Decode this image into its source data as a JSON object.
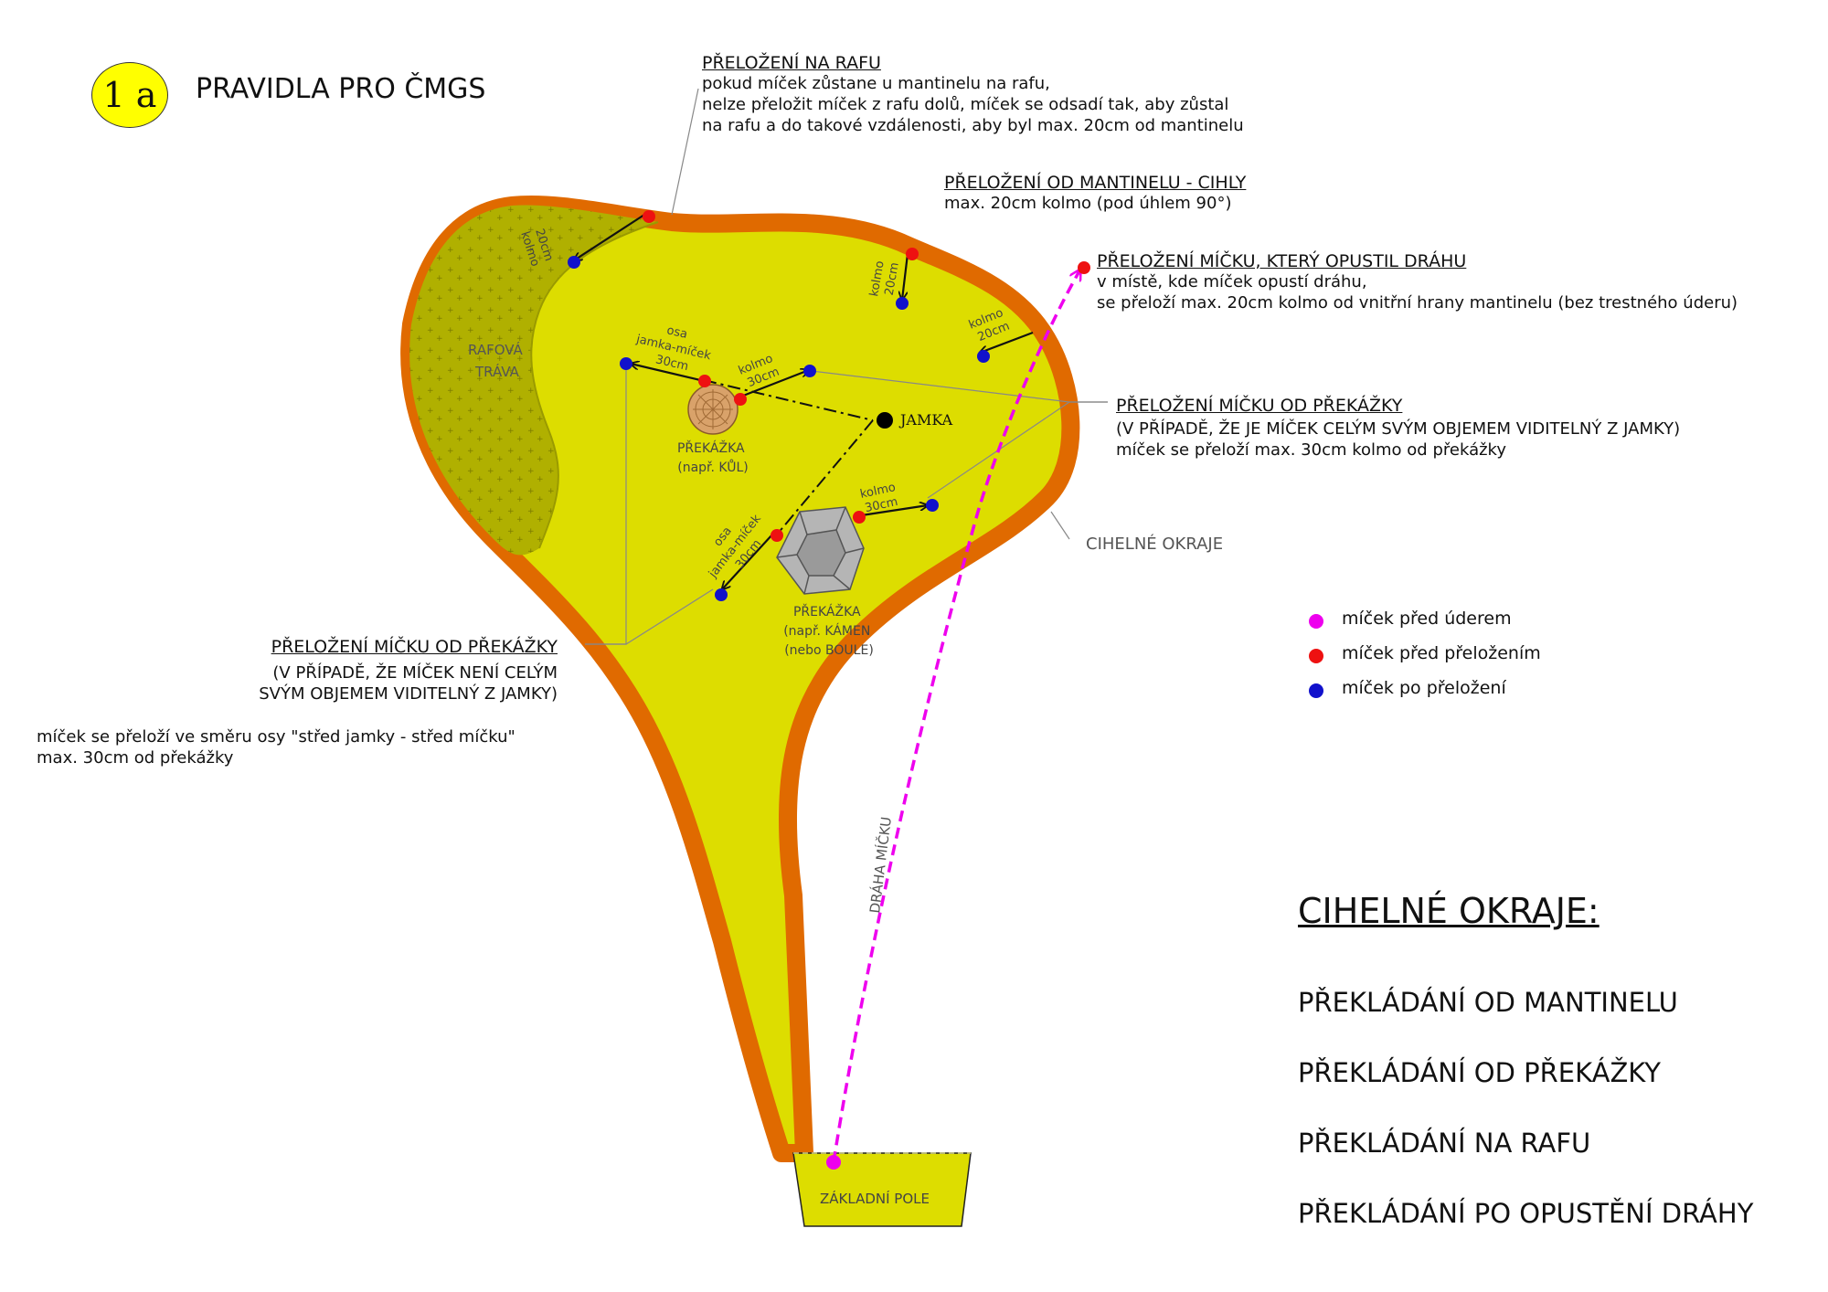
{
  "badge": "1 a",
  "title": "PRAVIDLA PRO ČMGS",
  "rafu": {
    "heading": "PŘELOŽENÍ NA RAFU",
    "lines": [
      "pokud míček zůstane u mantinelu na rafu,",
      "nelze přeložit míček z rafu dolů, míček se odsadí tak, aby zůstal",
      "na rafu a do takové vzdálenosti, aby byl max. 20cm od mantinelu"
    ]
  },
  "mantinel": {
    "heading": "PŘELOŽENÍ OD MANTINELU - CIHLY",
    "lines": [
      "max. 20cm kolmo (pod úhlem 90°)"
    ]
  },
  "opustil": {
    "heading": "PŘELOŽENÍ MÍČKU, KTERÝ OPUSTIL DRÁHU",
    "lines": [
      "v místě, kde míček opustí dráhu,",
      "se přeloží max. 20cm kolmo od vnitřní hrany mantinelu (bez trestného úderu)"
    ]
  },
  "prekazka_visible": {
    "heading": "PŘELOŽENÍ MÍČKU OD PŘEKÁŽKY",
    "lines": [
      "(V PŘÍPADĚ, ŽE JE MÍČEK CELÝM SVÝM OBJEMEM VIDITELNÝ Z JAMKY)",
      "míček se přeloží max. 30cm kolmo od překážky"
    ]
  },
  "prekazka_hidden": {
    "heading": "PŘELOŽENÍ MÍČKU OD PŘEKÁŽKY",
    "lines": [
      "(V PŘÍPADĚ, ŽE MÍČEK NENÍ CELÝM",
      "SVÝM OBJEMEM VIDITELNÝ Z JAMKY)"
    ],
    "note": [
      "míček se přeloží ve směru osy \"střed jamky - střed míčku\"",
      "max. 30cm od překážky"
    ]
  },
  "labels": {
    "cihelne_okraje": "CIHELNÉ OKRAJE",
    "jamka": "JAMKA",
    "rafova": "RAFOVÁ",
    "trava": "TRÁVA",
    "zakladni_pole": "ZÁKLADNÍ POLE",
    "draha": "DRÁHA MÍČKU",
    "prekazka_kul": [
      "PŘEKÁŽKA",
      "(např. KŮL)"
    ],
    "prekazka_kamen": [
      "PŘEKÁŽKA",
      "(např. KÁMEN",
      "(nebo BOULE)"
    ],
    "raf_20_kolmo": [
      "20cm",
      "kolmo"
    ],
    "kolmo_20_a": [
      "kolmo",
      "20cm"
    ],
    "kolmo_20_b": [
      "kolmo",
      "20cm"
    ],
    "osa_1": [
      "osa",
      "jamka-míček",
      "30cm"
    ],
    "kolmo_30_a": [
      "kolmo",
      "30cm"
    ],
    "osa_2": [
      "osa",
      "jamka-míček",
      "30cm"
    ],
    "kolmo_30_b": [
      "kolmo",
      "30cm"
    ]
  },
  "legend": [
    {
      "label": "míček před úderem",
      "color": "#ee00ee"
    },
    {
      "label": "míček před přeložením",
      "color": "#ee1111"
    },
    {
      "label": "míček po přeložení",
      "color": "#1111cc"
    }
  ],
  "summary": {
    "heading": "CIHELNÉ OKRAJE:",
    "items": [
      "PŘEKLÁDÁNÍ OD MANTINELU",
      "PŘEKLÁDÁNÍ OD PŘEKÁŽKY",
      "PŘEKLÁDÁNÍ NA RAFU",
      "PŘEKLÁDÁNÍ PO OPUSTĚNÍ DRÁHY"
    ]
  },
  "colors": {
    "fairway": "#dddd00",
    "rough": "#b0b000",
    "brick": "#e06a00",
    "badge": "#ffff00",
    "before_shot": "#ee00ee",
    "before_move": "#ee1111",
    "after_move": "#1111cc"
  }
}
